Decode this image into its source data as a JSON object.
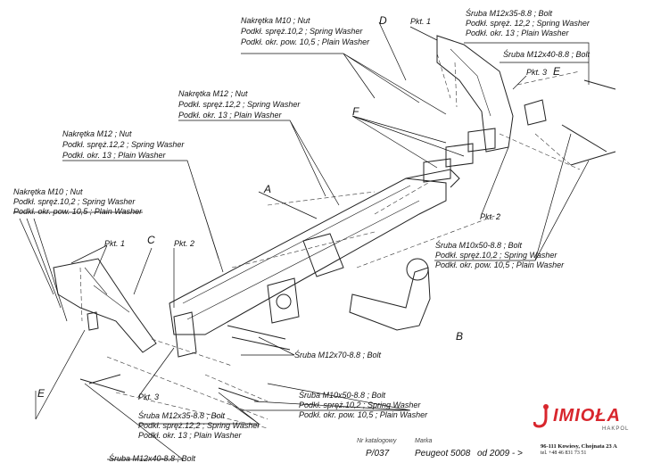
{
  "labels": {
    "top_nut_m10": [
      "Nakrętka M10 ; Nut",
      "Podkł. spręż.10,2 ; Spring Washer",
      "Podkł. okr. pow. 10,5 ; Plain Washer"
    ],
    "top_bolt_m12x35": [
      "Śruba M12x35-8.8 ; Bolt",
      "Podkł. spręż. 12,2 ; Spring Washer",
      "Podkł. okr. 13 ; Plain Washer"
    ],
    "top_bolt_m12x40": "Śruba M12x40-8.8 ; Bolt",
    "mid_nut_m12": [
      "Nakrętka M12 ; Nut",
      "Podkł. spręż.12,2 ; Spring Washer",
      "Podkł. okr. 13 ; Plain Washer"
    ],
    "left_nut_m12": [
      "Nakrętka M12 ; Nut",
      "Podkł. spręż.12,2 ; Spring Washer",
      "Podkł. okr. 13 ; Plain Washer"
    ],
    "left_nut_m10": [
      "Nakrętka M10 ; Nut",
      "Podkł. spręż.10,2 ; Spring Washer",
      "Podkł. okr. pow. 10,5 ; Plain Washer"
    ],
    "right_bolt_m10x50": [
      "Śruba M10x50-8.8 ; Bolt",
      "Podkł. spręż.10,2 ; Spring Washer",
      "Podkł. okr. pow. 10,5 ; Plain Washer"
    ],
    "bolt_m12x70": "Śruba M12x70-8.8 ; Bolt",
    "bottom_bolt_m10x50": [
      "Śruba M10x50-8.8 ; Bolt",
      "Podkł. spręż.10,2 ; Spring Washer",
      "Podkł. okr. pow. 10,5 ; Plain Washer"
    ],
    "bottom_bolt_m12x35": [
      "Śruba M12x35-8.8 ; Bolt",
      "Podkł. spręż.12,2 ; Spring Washer",
      "Podkł. okr. 13 ; Plain Washer"
    ],
    "bottom_bolt_m12x40": "Śruba M12x40-8.8 ; Bolt"
  },
  "letters": {
    "A": "A",
    "B": "B",
    "C": "C",
    "D": "D",
    "E_top": "E",
    "E_left": "E",
    "F": "F"
  },
  "points": {
    "pkt1_top": "Pkt. 1",
    "pkt3_top": "Pkt. 3",
    "pkt2_right": "Pkt. 2",
    "pkt1_left": "Pkt. 1",
    "pkt2_left": "Pkt. 2",
    "pkt3_bottom": "Pkt. 3"
  },
  "footer": {
    "catalog_caption": "Nr katalogowy",
    "catalog_number": "P/037",
    "make_caption": "Marka",
    "make": "Peugeot 5008",
    "from_year": "od 2009 - >"
  },
  "brand": {
    "name": "IMIOŁA",
    "sub": "HAKPOL",
    "address": "96-111 Kowiesy, Chojnata 23 A",
    "tel": "tel. +48 46 831 73 51",
    "color": "#d8262d"
  }
}
